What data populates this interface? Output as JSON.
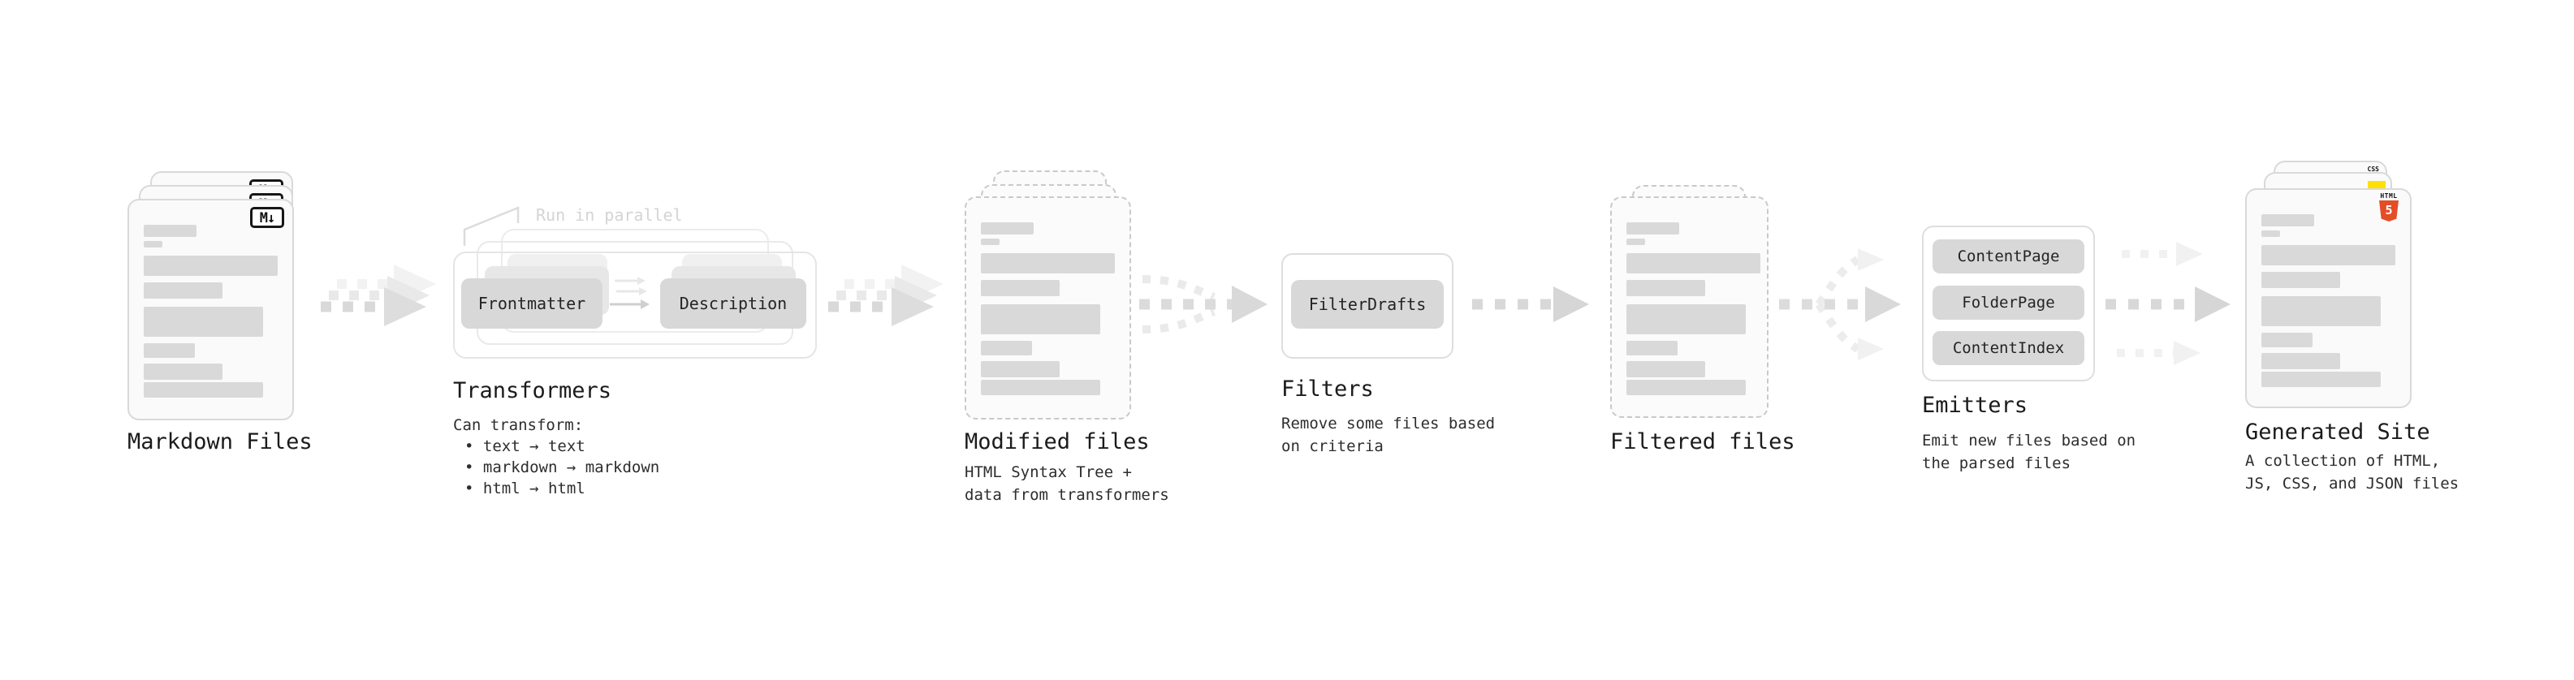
{
  "markdown": {
    "title": "Markdown Files",
    "badge": "M↓"
  },
  "transformers": {
    "title": "Transformers",
    "note": "Run in parallel",
    "pills": [
      "Frontmatter",
      "Description"
    ],
    "desc_head": "Can transform:",
    "bullets": [
      "• text → text",
      "• markdown → markdown",
      "• html → html"
    ]
  },
  "modified": {
    "title": "Modified files",
    "desc": [
      "HTML Syntax Tree +",
      "data from transformers"
    ]
  },
  "filters": {
    "title": "Filters",
    "pills": [
      "FilterDrafts"
    ],
    "desc": [
      "Remove some files based",
      "on criteria"
    ]
  },
  "filtered": {
    "title": "Filtered files"
  },
  "emitters": {
    "title": "Emitters",
    "pills": [
      "ContentPage",
      "FolderPage",
      "ContentIndex"
    ],
    "desc": [
      "Emit new files based on",
      "the parsed files"
    ]
  },
  "generated": {
    "title": "Generated Site",
    "desc": [
      "A collection of HTML,",
      "JS, CSS, and JSON files"
    ],
    "badges": {
      "css": "CSS",
      "html_label": "HTML",
      "html_number": "5"
    }
  },
  "colors": {
    "html5_orange": "#e44d26",
    "js_yellow": "#ffe000",
    "css_blue": "#2d66e4",
    "pill_gray": "#d8d8d8",
    "arrow_gray": "#d6d6d6"
  }
}
